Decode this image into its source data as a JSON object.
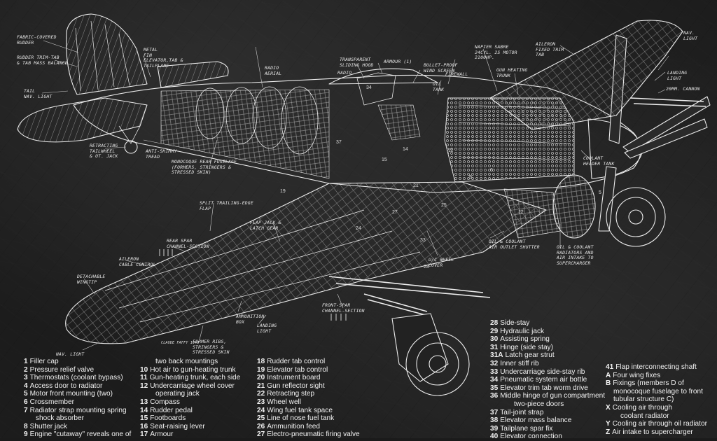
{
  "callouts": [
    "FABRIC-COVERED\nRUDDER",
    "RUDDER TRIM-TAB\n& TAB MASS BALANCE",
    "TAIL\nNAV. LIGHT",
    "RETRACTING\nTAILWHEEL\n& OT. JACK",
    "ANTI-SHIMMY\nTREAD",
    "METAL\nFIN\nELEVATOR,TAB &\nTAILPLANE",
    "MONOCOQUE REAR FUSELAGE\n(FORMERS, STRINGERS &\nSTRESSED SKIN)",
    "RADIO\nAERIAL",
    "TRANSPARENT\nSLIDING HOOD",
    "RADIO",
    "ARMOUR (1)",
    "BULLET-PROOF\nWIND SCREEN",
    "FIREWALL",
    "OIL\nTANK",
    "NAPIER SABRE\n24CYL. 2S MOTOR\n2100HP.",
    "GUN HEATING\nTRUNK",
    "AILERON\nFIXED TRIM\nTAB",
    "NAV.\nLIGHT",
    "LANDING\nLIGHT",
    "20MM. CANNON",
    "COOLANT\nHEADER TANK",
    "SPLIT TRAILING-EDGE\nFLAP",
    "FLAP JACK &\nLATCH GEAR",
    "REAR SPAR\nCHANNEL-SECTION",
    "AILERON\nCABLE CONTROL",
    "DETACHABLE\nWINGTIP",
    "FRONT-SPAR\nCHANNEL-SECTION",
    "NAV. LIGHT",
    "LANDING\nLIGHT",
    "AMMUNITION\nBOX",
    "FORMER RIBS,\nSTRINGERS &\nSTRESSED SKIN",
    "U/C WHEEL\nCOVER",
    "OIL & COOLANT\nAIR OUTLET SHUTTER",
    "OIL & COOLANT\nRADIATORS AND\nAIR INTAKE TO\nSUPERCHARGER"
  ],
  "part_numbers": [
    "34",
    "24",
    "11",
    "19",
    "15",
    "27",
    "21",
    "33",
    "14",
    "25",
    "5",
    "28",
    "37",
    "6",
    "12",
    "9"
  ],
  "signature": "CLAUDE FAFFY 1941",
  "legend": {
    "col1": [
      {
        "k": "1",
        "t": "Filler cap"
      },
      {
        "k": "2",
        "t": "Pressure relief valve"
      },
      {
        "k": "3",
        "t": "Thermostats (coolant bypass)"
      },
      {
        "k": "4",
        "t": "Access door to radiator"
      },
      {
        "k": "5",
        "t": "Motor front mounting (two)"
      },
      {
        "k": "6",
        "t": "Crossmember"
      },
      {
        "k": "7",
        "t": "Radiator strap mounting spring"
      },
      {
        "k": "",
        "t": "shock absorber"
      },
      {
        "k": "8",
        "t": "Shutter jack"
      },
      {
        "k": "9",
        "t": "Engine \"cutaway\" reveals one of"
      }
    ],
    "col2": [
      {
        "k": "",
        "t": "two back mountings"
      },
      {
        "k": "10",
        "t": "Hot air to gun-heating trunk"
      },
      {
        "k": "11",
        "t": "Gun-heating trunk, each side"
      },
      {
        "k": "12",
        "t": "Undercarriage wheel cover"
      },
      {
        "k": "",
        "t": "operating jack"
      },
      {
        "k": "13",
        "t": "Compass"
      },
      {
        "k": "14",
        "t": "Rudder pedal"
      },
      {
        "k": "15",
        "t": "Footboards"
      },
      {
        "k": "16",
        "t": "Seat-raising lever"
      },
      {
        "k": "17",
        "t": "Armour"
      }
    ],
    "col3": [
      {
        "k": "18",
        "t": "Rudder tab control"
      },
      {
        "k": "19",
        "t": "Elevator tab control"
      },
      {
        "k": "20",
        "t": "Instrument board"
      },
      {
        "k": "21",
        "t": "Gun reflector sight"
      },
      {
        "k": "22",
        "t": "Retracting step"
      },
      {
        "k": "23",
        "t": "Wheel well"
      },
      {
        "k": "24",
        "t": "Wing fuel tank space"
      },
      {
        "k": "25",
        "t": "Line of nose fuel tank"
      },
      {
        "k": "26",
        "t": "Ammunition feed"
      },
      {
        "k": "27",
        "t": "Electro-pneumatic firing valve"
      }
    ],
    "col4": [
      {
        "k": "28",
        "t": "Side-stay"
      },
      {
        "k": "29",
        "t": "Hydraulic jack"
      },
      {
        "k": "30",
        "t": "Assisting spring"
      },
      {
        "k": "31",
        "t": "Hinge (side stay)"
      },
      {
        "k": "31A",
        "t": "Latch gear strut"
      },
      {
        "k": "32",
        "t": "Inner stiff rib"
      },
      {
        "k": "33",
        "t": "Undercarriage side-stay rib"
      },
      {
        "k": "34",
        "t": "Pneumatic system air bottle"
      },
      {
        "k": "35",
        "t": "Elevator trim tab worm drive"
      },
      {
        "k": "36",
        "t": "Middle hinge of gun compartment"
      },
      {
        "k": "",
        "t": "two-piece doors"
      },
      {
        "k": "37",
        "t": "Tail-joint strap"
      },
      {
        "k": "38",
        "t": "Elevator mass balance"
      },
      {
        "k": "39",
        "t": "Tailplane spar fix"
      },
      {
        "k": "40",
        "t": "Elevator connection"
      }
    ],
    "col5": [
      {
        "k": "41",
        "t": "Flap interconnecting shaft"
      },
      {
        "k": "A",
        "t": "Four wing fixes"
      },
      {
        "k": "B",
        "t": "Fixings (members D of"
      },
      {
        "k": "",
        "t": "monocoque fuselage to front"
      },
      {
        "k": "",
        "t": "tubular structure C)"
      },
      {
        "k": "X",
        "t": "Cooling air through"
      },
      {
        "k": "",
        "t": "coolant radiator"
      },
      {
        "k": "Y",
        "t": "Cooling air through oil radiator"
      },
      {
        "k": "Z",
        "t": "Air intake to supercharger"
      }
    ]
  }
}
